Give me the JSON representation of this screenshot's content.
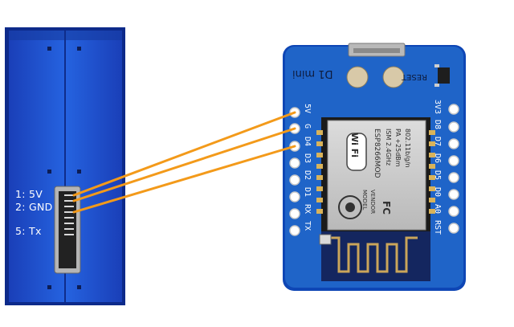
{
  "sensor": {
    "pins": [
      {
        "label": "1: 5V"
      },
      {
        "label": "2: GND"
      },
      {
        "label": "5: Tx"
      }
    ]
  },
  "board": {
    "name": "D1 mini",
    "reset_label": "RESET",
    "left_pins": [
      "5V",
      "G",
      "D4",
      "D3",
      "D2",
      "D1",
      "RX",
      "TX"
    ],
    "right_pins": [
      "3V3",
      "D8",
      "D7",
      "D6",
      "D5",
      "D0",
      "A0",
      "RST"
    ],
    "module": {
      "model": "ESP8266MOD",
      "vendor": "VENDOR",
      "model_label": "MODEL",
      "spec_lines": [
        "ISM 2.4GHz",
        "PA +25dBm",
        "802.11b/g/n"
      ],
      "wifi_logo": "Wi Fi",
      "fc_mark": "FC"
    }
  },
  "wires": {
    "color": "#f39a1a",
    "connections": [
      {
        "from": "1: 5V",
        "to": "5V"
      },
      {
        "from": "2: GND",
        "to": "G"
      },
      {
        "from": "5: Tx",
        "to": "D4"
      }
    ]
  },
  "colors": {
    "sensor_blue": "#1d55d6",
    "board_blue": "#1f64c8",
    "wire": "#f39a1a"
  }
}
